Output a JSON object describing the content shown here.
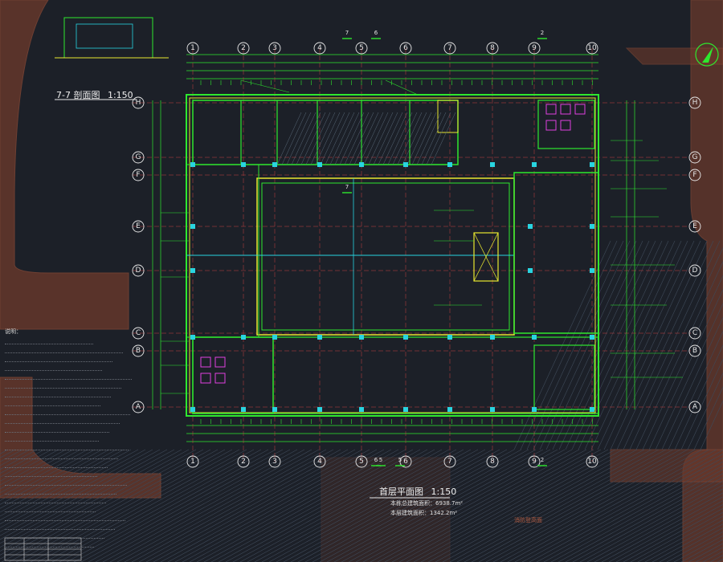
{
  "section_title": "7-7 剖面图",
  "section_scale": "1:150",
  "plan_title": "首层平面图",
  "plan_scale": "1:150",
  "area_line_1": "本栋总建筑面积：6938.7m²",
  "area_line_2": "本层建筑面积：1342.2m²",
  "fire_lane_label": "消防登高面",
  "grid_top": [
    "1",
    "2",
    "3",
    "4",
    "5",
    "6",
    "7",
    "8",
    "9",
    "10"
  ],
  "grid_left": [
    "H",
    "G",
    "F",
    "E",
    "D",
    "C",
    "B",
    "A"
  ],
  "section_marks": [
    "7",
    "7",
    "6",
    "6",
    "5",
    "5",
    "2",
    "2"
  ],
  "notes_header": "说明：",
  "colors": {
    "background": "#1c2028",
    "ground_hatch": "#7a3b2a",
    "wall_green": "#2ee82e",
    "wall_yellow": "#e8e830",
    "cyan_line": "#29d4e0",
    "magenta": "#e040e0",
    "white_text": "#e8e8e8"
  }
}
